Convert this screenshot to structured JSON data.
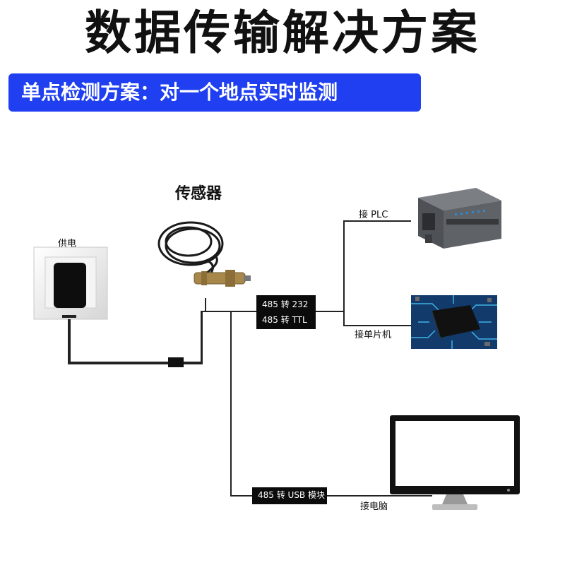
{
  "title": "数据传输解决方案",
  "banner": "单点检测方案：对一个地点实时监测",
  "labels": {
    "power": "供电",
    "sensor": "传感器",
    "plc": "接 PLC",
    "mcu": "接单片机",
    "pc": "接电脑"
  },
  "converters": {
    "rs232": "485 转 232",
    "ttl": "485 转 TTL",
    "usb": "485 转 USB 模块"
  },
  "colors": {
    "banner": "#1f3ff0",
    "converter_bg": "#0b0b0b",
    "wire": "#222222"
  },
  "icons": [
    "power-adapter-icon",
    "sensor-probe-icon",
    "plc-module-icon",
    "microcontroller-chip-icon",
    "monitor-icon"
  ]
}
